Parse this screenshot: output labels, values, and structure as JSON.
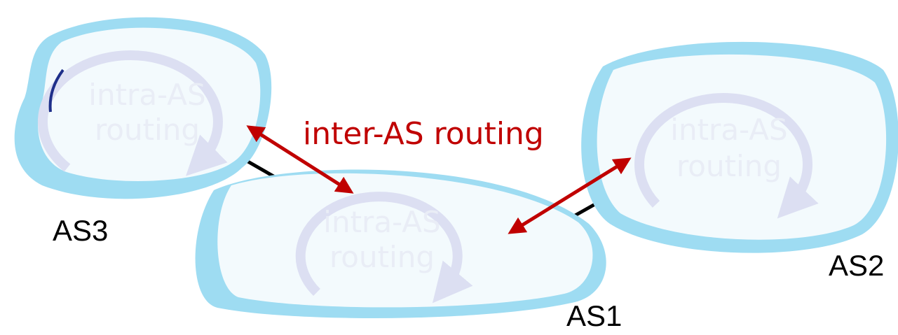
{
  "colors": {
    "cloud_edge": "#9edcf2",
    "cloud_fill": "#f3fafd",
    "intra_arrow": "#dcdff2",
    "inter_arrow": "#c00000",
    "link": "#000000"
  },
  "inter_as": {
    "label": "inter-AS routing"
  },
  "autonomous_systems": [
    {
      "id": "as3",
      "label": "AS3",
      "intra_line1": "intra-AS",
      "intra_line2": "routing"
    },
    {
      "id": "as1",
      "label": "AS1",
      "intra_line1": "intra-AS",
      "intra_line2": "routing"
    },
    {
      "id": "as2",
      "label": "AS2",
      "intra_line1": "intra-AS",
      "intra_line2": "routing"
    }
  ]
}
